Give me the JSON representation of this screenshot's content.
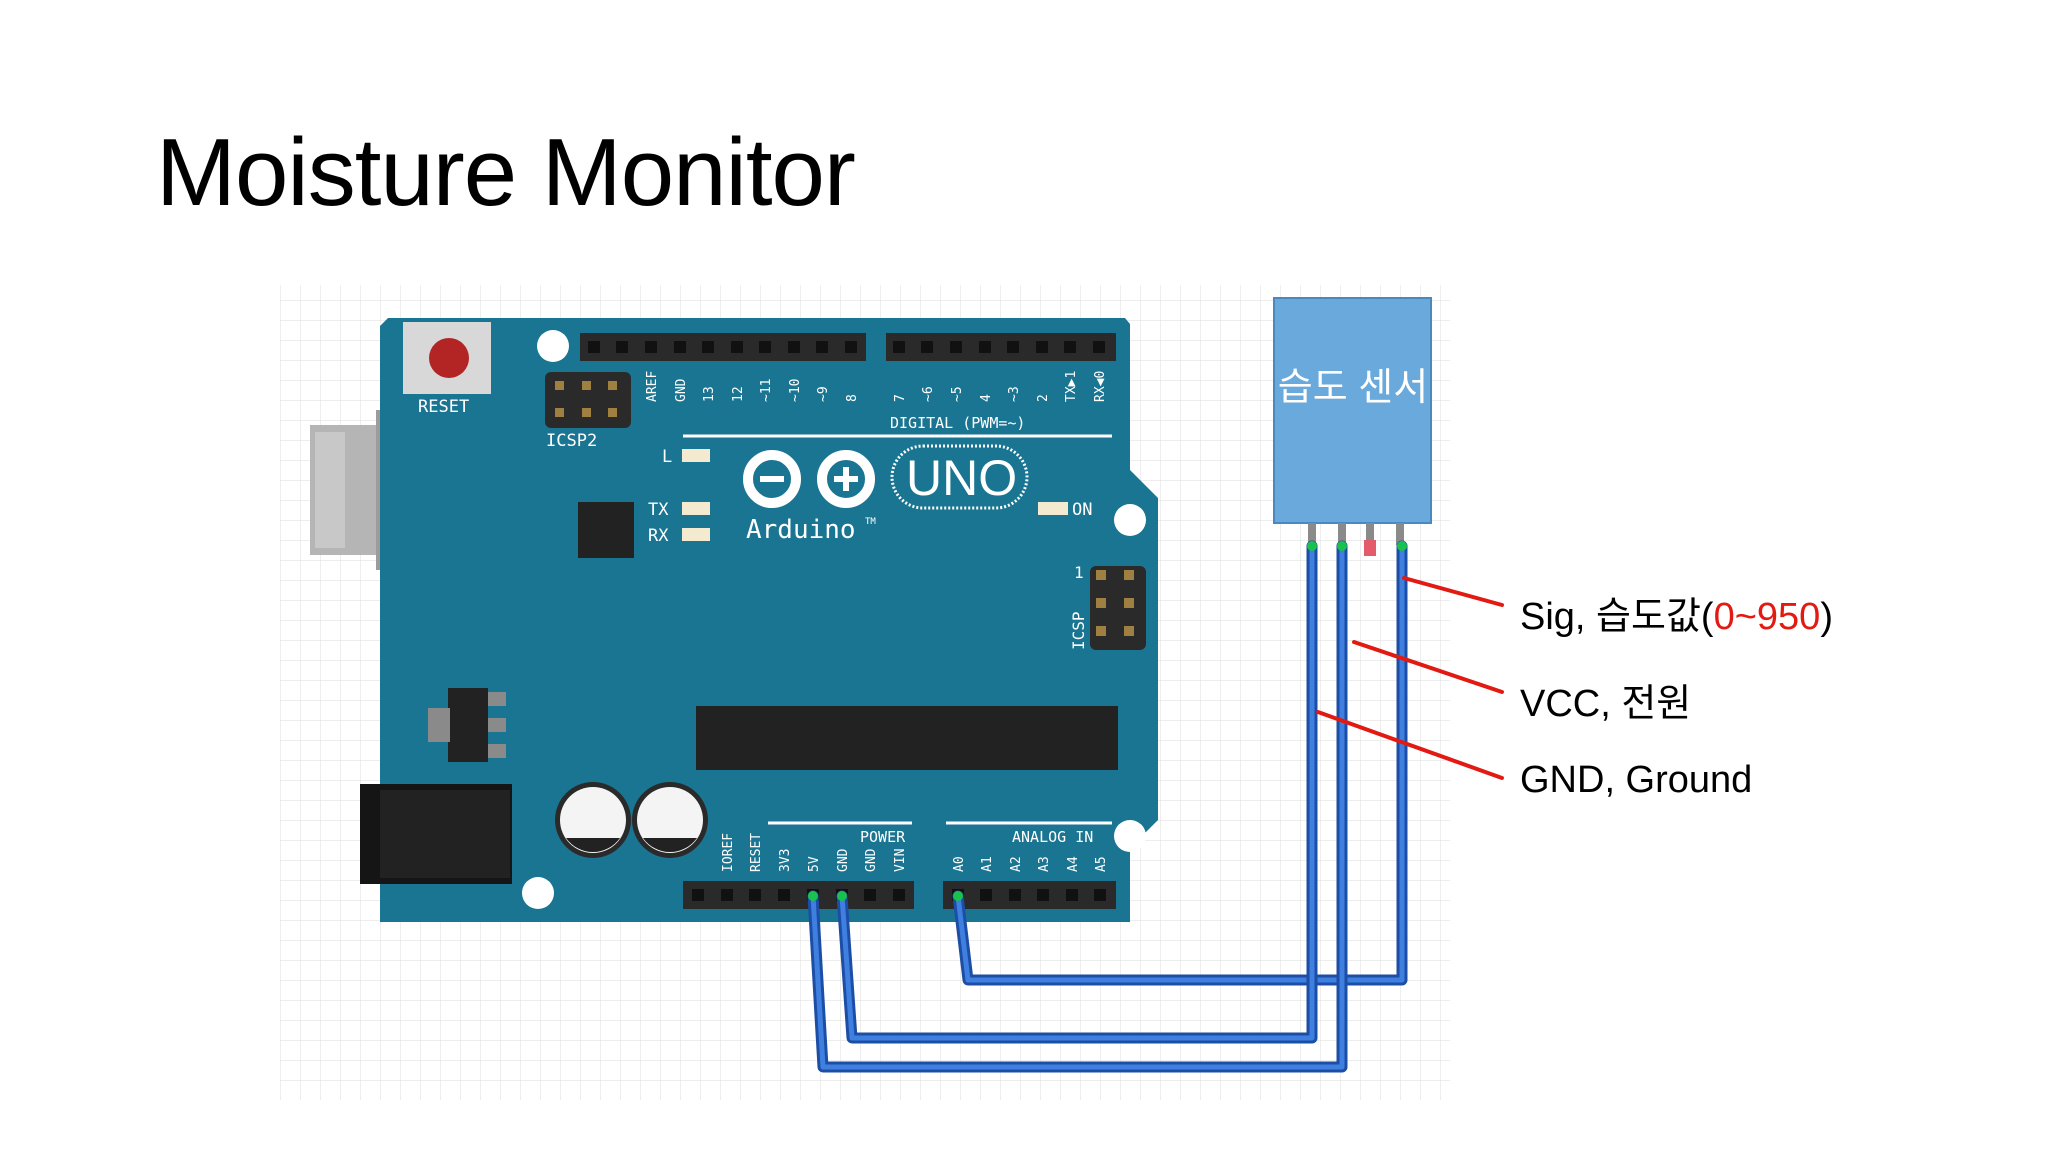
{
  "title": "Moisture Monitor",
  "board": {
    "reset_label": "RESET",
    "icsp2_label": "ICSP2",
    "icsp_label": "ICSP",
    "icsp_pin1": "1",
    "led_l": "L",
    "led_tx": "TX",
    "led_rx": "RX",
    "led_on": "ON",
    "logo_text": "Arduino",
    "logo_tm": "TM",
    "model": "UNO",
    "digital_header": "DIGITAL (PWM=~)",
    "digital_pins": [
      "AREF",
      "GND",
      "13",
      "12",
      "~11",
      "~10",
      "~9",
      "8",
      "7",
      "~6",
      "~5",
      "4",
      "~3",
      "2",
      "TX▶1",
      "RX◀0"
    ],
    "power_header": "POWER",
    "power_pins": [
      "IOREF",
      "RESET",
      "3V3",
      "5V",
      "GND",
      "GND",
      "VIN"
    ],
    "analog_header": "ANALOG IN",
    "analog_pins": [
      "A0",
      "A1",
      "A2",
      "A3",
      "A4",
      "A5"
    ]
  },
  "sensor": {
    "label": "습도 센서"
  },
  "labels": {
    "sig_prefix": "Sig, 습도값(",
    "sig_range": "0~950",
    "sig_suffix": ")",
    "vcc": "VCC, 전원",
    "gnd": "GND, Ground"
  },
  "colors": {
    "board": "#1a7592",
    "wire": "#2c62c6",
    "sensor": "#6aa9dc",
    "pointer": "#e21a12"
  }
}
